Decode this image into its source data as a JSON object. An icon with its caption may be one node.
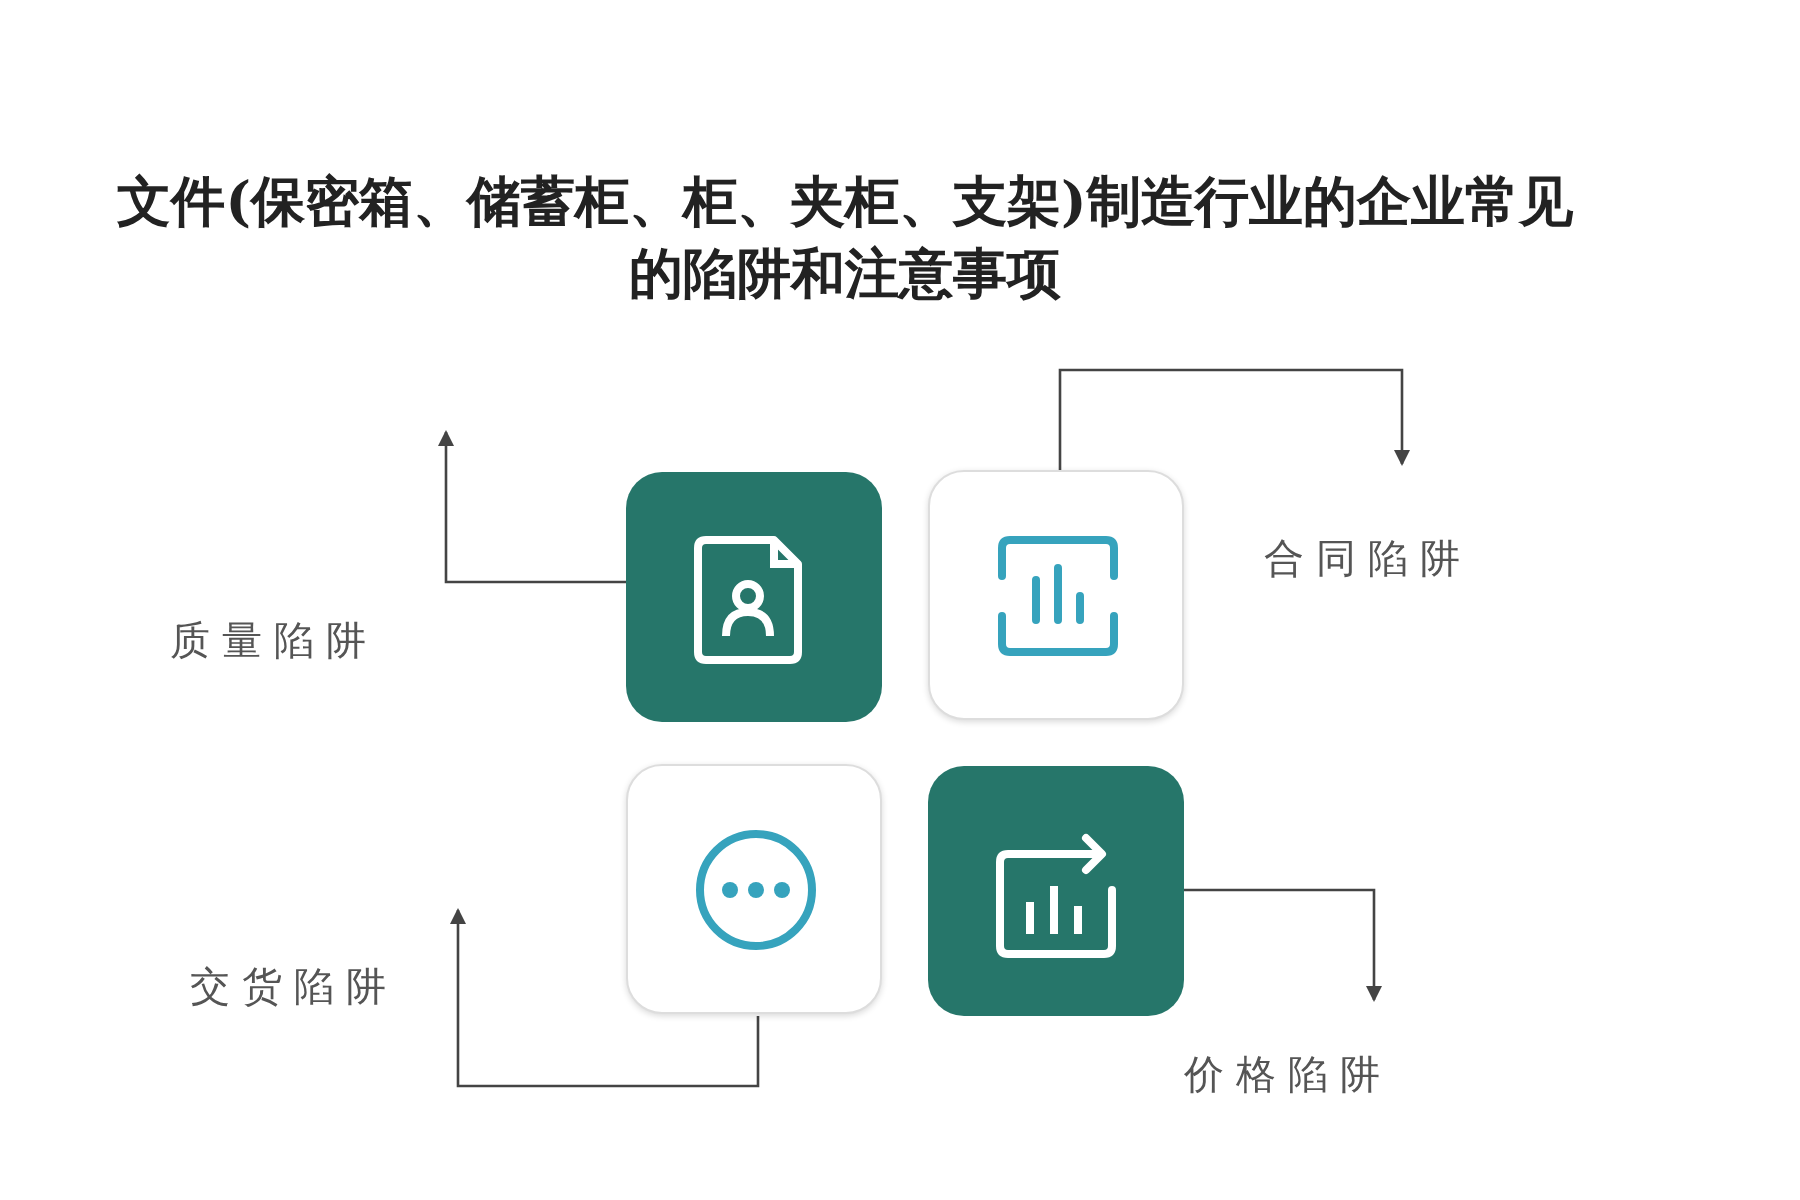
{
  "diagram": {
    "title": "文件(保密箱、储蓄柜、柜、夹柜、支架)制造行业的企业常见的陷阱和注意事项",
    "nodes": [
      {
        "text": [],
        "shape": "box"
      },
      {
        "text": [],
        "shape": "box"
      },
      {
        "text": [],
        "shape": "box"
      },
      {
        "text": [],
        "shape": "box"
      }
    ],
    "edges": [
      {
        "from": 0,
        "to": null,
        "arrow": "to"
      },
      {
        "from": 1,
        "to": null,
        "arrow": "to"
      },
      {
        "from": 2,
        "to": null,
        "arrow": "to"
      },
      {
        "from": 3,
        "to": null,
        "arrow": "to"
      }
    ],
    "labels": [
      "合同陷阱",
      "质量陷阱",
      "交货陷阱",
      "价格陷阱"
    ]
  }
}
